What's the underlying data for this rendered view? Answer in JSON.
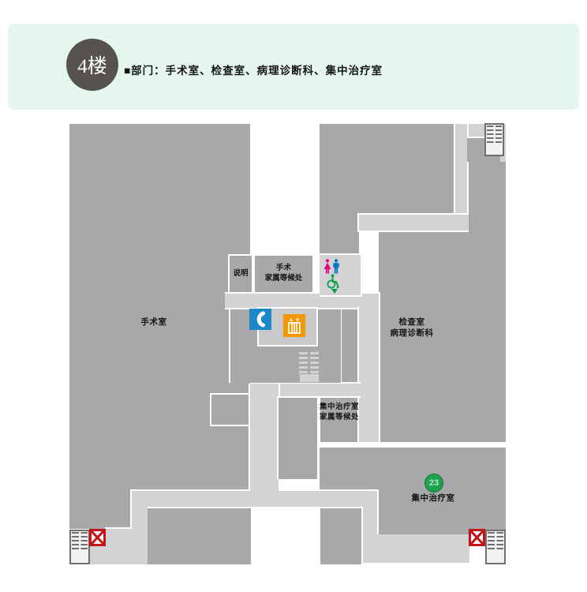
{
  "header": {
    "floor_label": "4楼",
    "departments_line": "■部门：手术室、检查室、病理诊断科、集中治疗室"
  },
  "map": {
    "rooms": {
      "operating_room": "手术室",
      "legend": "说明",
      "surgery_family_waiting": [
        "手术",
        "家属等候处"
      ],
      "exam_pathology": [
        "检查室",
        "病理诊断科"
      ],
      "icu_family_waiting": [
        "集中治疗室",
        "家属等候处"
      ],
      "icu": "集中治疗室",
      "icu_room_number": "23"
    },
    "icons": {
      "restroom_woman": "woman-restroom-icon",
      "restroom_man": "man-restroom-icon",
      "wheelchair_accessible": "wheelchair-icon",
      "public_phone": "phone-icon",
      "elevator": "elevator-icon",
      "stairs": "stairs-icon",
      "no_entry": "no-entry-icon"
    },
    "colors": {
      "block_gray": "#a8a8ab",
      "corridor_gray": "#d3d3d6",
      "banner_mint": "#e4f6ee",
      "floor_badge_dark": "#56524e",
      "phone_blue": "#1e87c9",
      "elevator_orange": "#f39800",
      "woman_pink": "#e5007e",
      "man_blue": "#0071bc",
      "wheelchair_green": "#00a046",
      "room_badge_green": "#1fa14d",
      "no_entry_red": "#c21515"
    }
  }
}
